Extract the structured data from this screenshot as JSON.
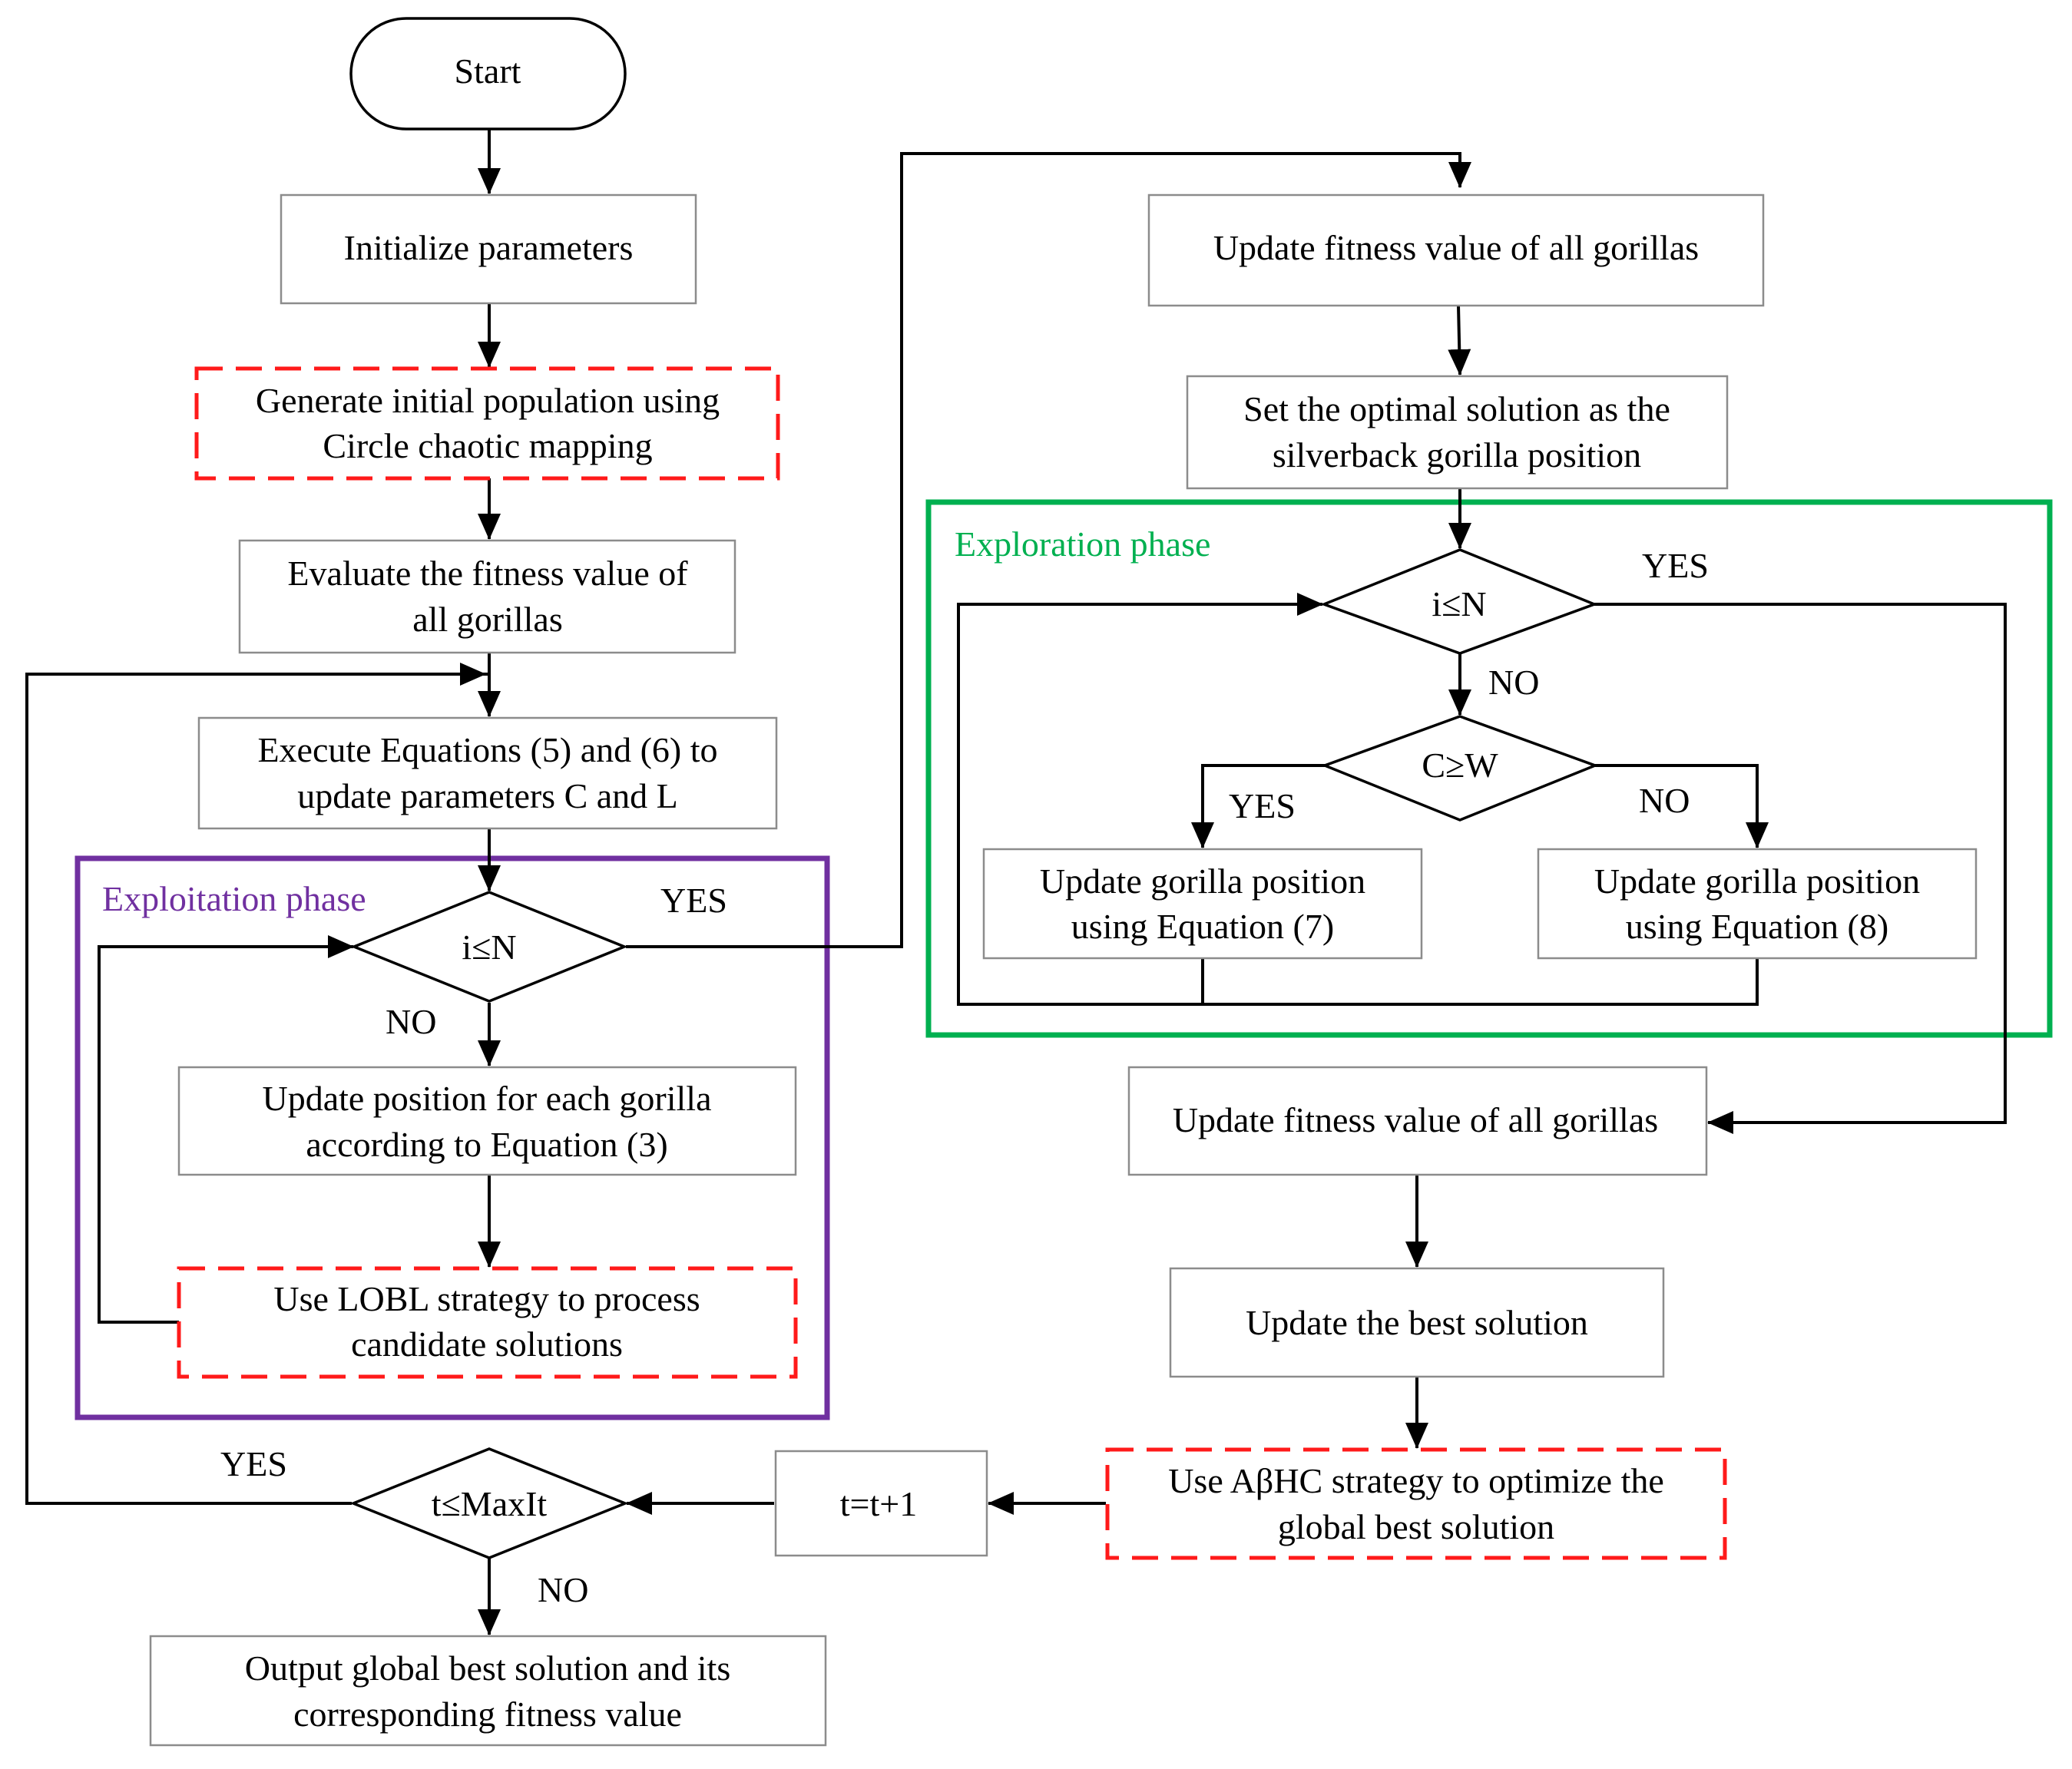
{
  "colors": {
    "exploitation": "#7030a0",
    "exploration": "#00b050",
    "improved_step": "#ff1a1a"
  },
  "nodes": {
    "start": "Start",
    "init": "Initialize parameters",
    "gen": [
      "Generate initial population using",
      "Circle chaotic mapping"
    ],
    "eval": [
      "Evaluate the fitness value of",
      "all gorillas"
    ],
    "exec": [
      "Execute Equations (5) and (6) to",
      "update parameters C and L"
    ],
    "dec_left": "i≤N",
    "upd_pos": [
      "Update position for each gorilla",
      "according to Equation (3)"
    ],
    "lobl": [
      "Use LOBL strategy to process",
      "candidate solutions"
    ],
    "upd_fit_top": "Update fitness value of all gorillas",
    "set_opt": [
      "Set the optimal solution as the",
      "silverback gorilla position"
    ],
    "dec_right": "i≤N",
    "dec_cw": "C≥W",
    "eq7": [
      "Update gorilla position",
      "using Equation (7)"
    ],
    "eq8": [
      "Update gorilla position",
      "using Equation (8)"
    ],
    "upd_fit_bot": "Update fitness value of all gorillas",
    "upd_best": "Update the best solution",
    "abhc": [
      "Use AβHC strategy to optimize the",
      "global best solution"
    ],
    "tinc": "t=t+1",
    "dec_t": "t≤MaxIt",
    "output": [
      "Output global best solution and its",
      "corresponding fitness value"
    ]
  },
  "labels": {
    "exploitation_phase": "Exploitation phase",
    "exploration_phase": "Exploration phase",
    "yes_left": "YES",
    "no_left": "NO",
    "yes_right": "YES",
    "no_right": "NO",
    "yes_cw": "YES",
    "no_cw": "NO",
    "yes_t": "YES",
    "no_t": "NO"
  }
}
